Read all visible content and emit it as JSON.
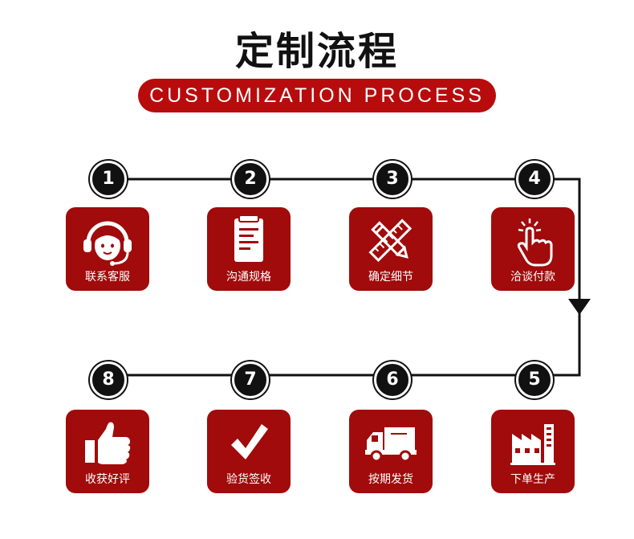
{
  "header": {
    "title": "定制流程",
    "subtitle": "CUSTOMIZATION PROCESS"
  },
  "colors": {
    "accent": "#a10b0b",
    "pill": "#b80c0c",
    "line": "#111111"
  },
  "steps": [
    {
      "num": "1",
      "label": "联系客服",
      "icon": "headset-agent-icon"
    },
    {
      "num": "2",
      "label": "沟通规格",
      "icon": "document-icon"
    },
    {
      "num": "3",
      "label": "确定细节",
      "icon": "ruler-pencil-icon"
    },
    {
      "num": "4",
      "label": "洽谈付款",
      "icon": "hand-tap-icon"
    },
    {
      "num": "5",
      "label": "下单生产",
      "icon": "factory-icon"
    },
    {
      "num": "6",
      "label": "按期发货",
      "icon": "truck-icon"
    },
    {
      "num": "7",
      "label": "验货签收",
      "icon": "checkmark-icon"
    },
    {
      "num": "8",
      "label": "收获好评",
      "icon": "thumbs-up-icon"
    }
  ]
}
